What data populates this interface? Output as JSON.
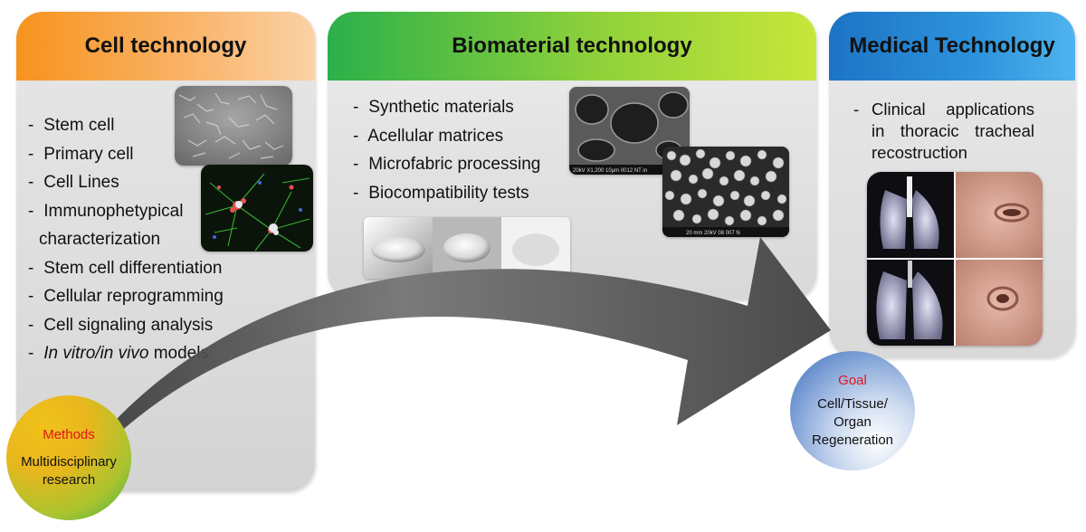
{
  "panels": {
    "cell": {
      "title": "Cell technology",
      "items": [
        "Stem cell",
        "Primary cell",
        "Cell Lines",
        "Immunophetypical",
        "characterization",
        "Stem cell differentiation",
        "Cellular reprogramming",
        "Cell signaling analysis"
      ],
      "last_item_italic_a": "In vitro/in vivo",
      "last_item_rest": "models"
    },
    "biomaterial": {
      "title": "Biomaterial technology",
      "items": [
        "Synthetic materials",
        "Acellular matrices",
        "Microfabric processing",
        "Biocompatibility tests"
      ],
      "sem_caption_1": "20kV   X1,200   10µm   0012   NT in",
      "sem_caption_2": "20 mm    20kV    08    007    N"
    },
    "medical": {
      "title": "Medical Technology",
      "text": "Clinical applications in thoracic tracheal recostruction"
    }
  },
  "methods": {
    "label": "Methods",
    "desc": "Multidisciplinary research"
  },
  "goal": {
    "label": "Goal",
    "line1": "Cell/Tissue/",
    "line2": "Organ",
    "line3": "Regeneration"
  },
  "colors": {
    "cell_header": "#f7931e",
    "bio_header": "#2bb04a",
    "med_header": "#1d74c5",
    "red_label": "#e3141b",
    "arrow": "#555555"
  }
}
